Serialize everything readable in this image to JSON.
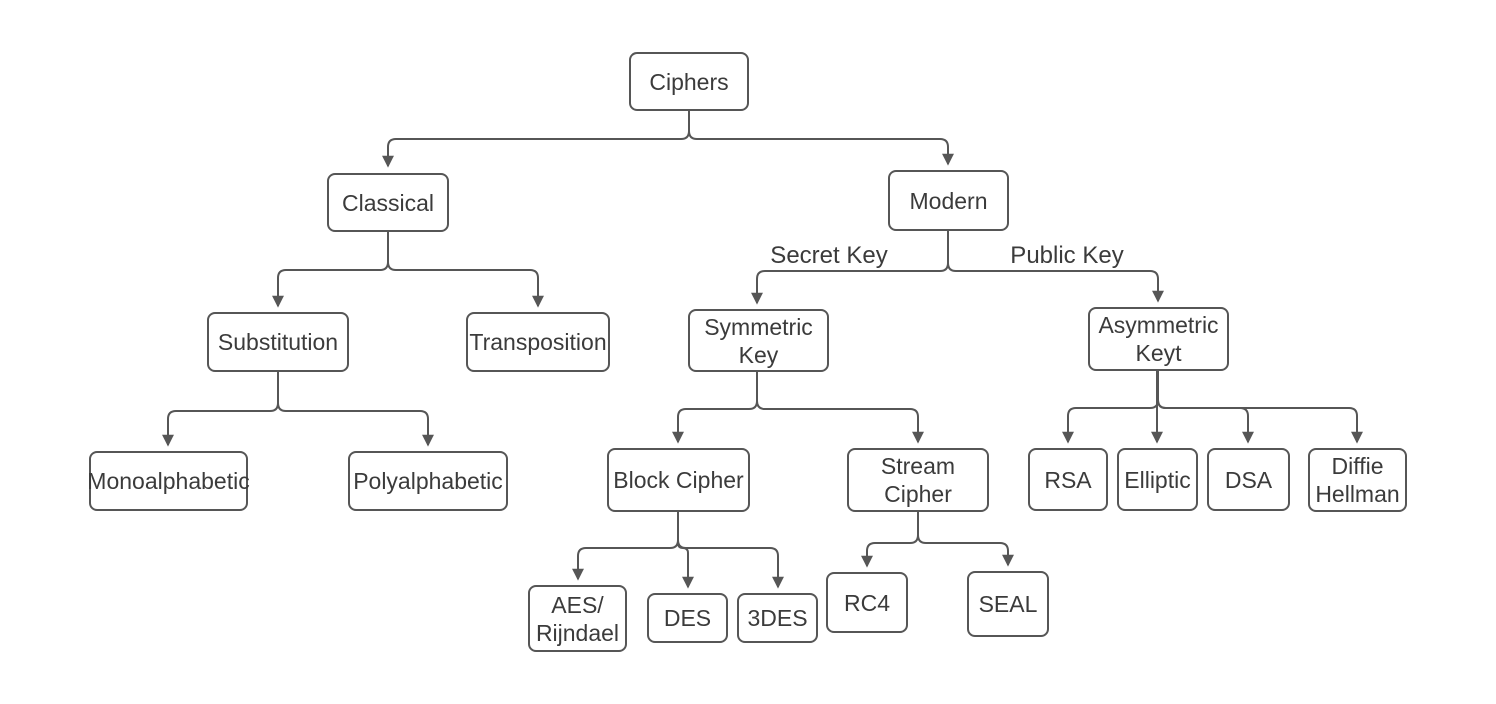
{
  "colors": {
    "stroke": "#565656",
    "text": "#3b3b3b",
    "node_fill": "#ffffff",
    "background": "#ffffff"
  },
  "nodes": {
    "ciphers": {
      "label": "Ciphers"
    },
    "classical": {
      "label": "Classical"
    },
    "modern": {
      "label": "Modern"
    },
    "substitution": {
      "label": "Substitution"
    },
    "transposition": {
      "label": "Transposition"
    },
    "monoalphabetic": {
      "label": "Monoalphabetic"
    },
    "polyalphabetic": {
      "label": "Polyalphabetic"
    },
    "symmetric_key": {
      "label": "Symmetric\nKey"
    },
    "asymmetric_keyt": {
      "label": "Asymmetric\nKeyt"
    },
    "block_cipher": {
      "label": "Block Cipher"
    },
    "stream_cipher": {
      "label": "Stream\nCipher"
    },
    "aes_rijndael": {
      "label": "AES/\nRijndael"
    },
    "des": {
      "label": "DES"
    },
    "tdes": {
      "label": "3DES"
    },
    "rc4": {
      "label": "RC4"
    },
    "seal": {
      "label": "SEAL"
    },
    "rsa": {
      "label": "RSA"
    },
    "elliptic": {
      "label": "Elliptic"
    },
    "dsa": {
      "label": "DSA"
    },
    "diffie_hellman": {
      "label": "Diffie\nHellman"
    }
  },
  "edge_labels": {
    "secret_key": "Secret Key",
    "public_key": "Public Key"
  },
  "edges": [
    {
      "from": "Ciphers",
      "to": "Classical"
    },
    {
      "from": "Ciphers",
      "to": "Modern"
    },
    {
      "from": "Classical",
      "to": "Substitution"
    },
    {
      "from": "Classical",
      "to": "Transposition"
    },
    {
      "from": "Substitution",
      "to": "Monoalphabetic"
    },
    {
      "from": "Substitution",
      "to": "Polyalphabetic"
    },
    {
      "from": "Modern",
      "to": "Symmetric Key",
      "label": "Secret Key"
    },
    {
      "from": "Modern",
      "to": "Asymmetric Keyt",
      "label": "Public Key"
    },
    {
      "from": "Symmetric Key",
      "to": "Block Cipher"
    },
    {
      "from": "Symmetric Key",
      "to": "Stream Cipher"
    },
    {
      "from": "Block Cipher",
      "to": "AES/Rijndael"
    },
    {
      "from": "Block Cipher",
      "to": "DES"
    },
    {
      "from": "Block Cipher",
      "to": "3DES"
    },
    {
      "from": "Stream Cipher",
      "to": "RC4"
    },
    {
      "from": "Stream Cipher",
      "to": "SEAL"
    },
    {
      "from": "Asymmetric Keyt",
      "to": "RSA"
    },
    {
      "from": "Asymmetric Keyt",
      "to": "Elliptic"
    },
    {
      "from": "Asymmetric Keyt",
      "to": "DSA"
    },
    {
      "from": "Asymmetric Keyt",
      "to": "Diffie Hellman"
    }
  ]
}
